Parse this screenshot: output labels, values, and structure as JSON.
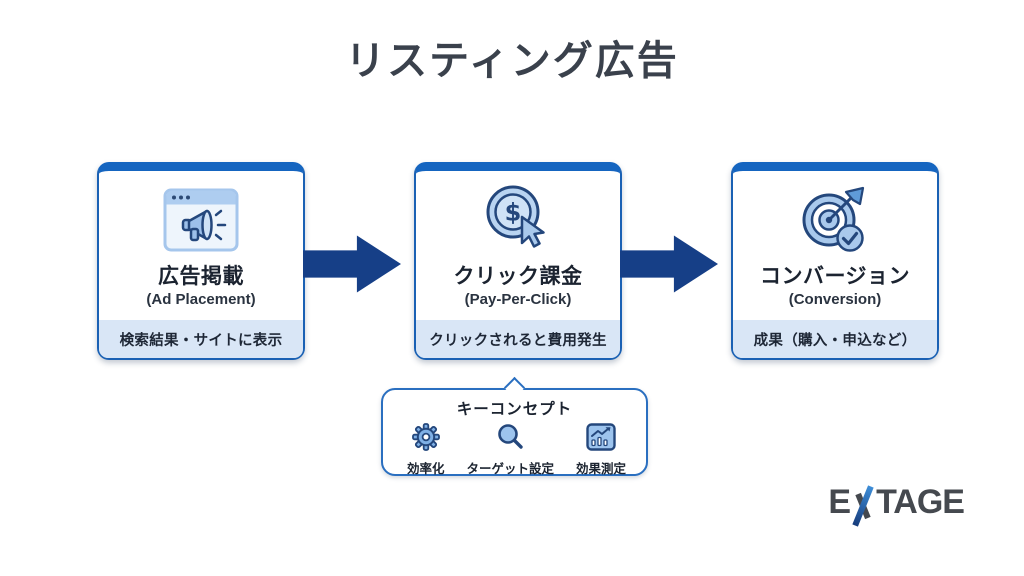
{
  "title": "リスティング広告",
  "steps": [
    {
      "title": "広告掲載",
      "subtitle": "(Ad Placement)",
      "note": "検索結果・サイトに表示",
      "icon": "megaphone-browser-icon"
    },
    {
      "title": "クリック課金",
      "subtitle": "(Pay-Per-Click)",
      "note": "クリックされると費用発生",
      "icon": "coin-cursor-icon",
      "icon_symbol": "$"
    },
    {
      "title": "コンバージョン",
      "subtitle": "(Conversion)",
      "note": "成果（購入・申込など）",
      "icon": "target-check-icon"
    }
  ],
  "key_concept": {
    "title": "キーコンセプト",
    "items": [
      {
        "label": "効率化",
        "icon": "gear-icon"
      },
      {
        "label": "ターゲット設定",
        "icon": "magnifier-icon"
      },
      {
        "label": "効果測定",
        "icon": "chart-icon"
      }
    ]
  },
  "logo": {
    "left": "E",
    "x_letter": "X",
    "right": "TAGE"
  },
  "colors": {
    "accent_blue": "#1565c0",
    "arrow_navy": "#163f87",
    "note_strip": "#d9e6f6",
    "icon_fill": "#a9c9ec",
    "icon_outline": "#24477c",
    "title_text": "#3a414c",
    "logo_gray": "#45494f",
    "logo_blue": "#2a6fc0"
  }
}
